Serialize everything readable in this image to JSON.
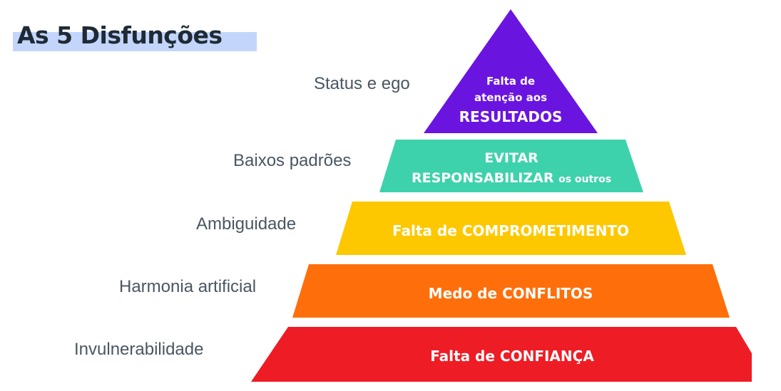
{
  "title": "As 5 Disfunções",
  "colors": {
    "title_highlight": "#c3d5fa",
    "level1": "#6a14e0",
    "level2": "#3dd2ac",
    "level3": "#fdc800",
    "level4": "#fe6f0b",
    "level5": "#ee1c24"
  },
  "levels": [
    {
      "side_label": "Status e ego",
      "line1": "Falta de",
      "line2": "atenção aos",
      "line3": "RESULTADOS"
    },
    {
      "side_label": "Baixos padrões",
      "line1": "EVITAR",
      "line2": "RESPONSABILIZAR",
      "line2_small": "os outros"
    },
    {
      "side_label": "Ambiguidade",
      "text": "Falta de COMPROMETIMENTO"
    },
    {
      "side_label": "Harmonia artificial",
      "text": "Medo de CONFLITOS"
    },
    {
      "side_label": "Invulnerabilidade",
      "text": "Falta de CONFIANÇA"
    }
  ]
}
